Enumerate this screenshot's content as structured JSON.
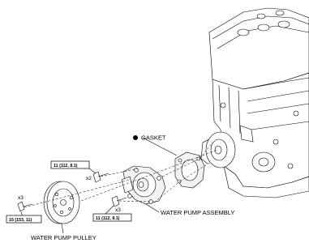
{
  "labels": {
    "gasket": "GASKET",
    "water_pump_assembly": "WATER PUMP ASSEMBLY",
    "water_pump_pulley": "WATER PUMP PULLEY"
  },
  "torque_specs": {
    "pump_upper": "11 (112, 8.1)",
    "pump_lower": "11 (112, 8.1)",
    "pulley": "15 (153, 11)"
  },
  "quantities": {
    "pump_upper": "x2",
    "pump_lower": "x3",
    "pulley": "x3"
  },
  "marks": {
    "gasket_symbol": "filled-circle-icon"
  },
  "colors": {
    "line": "#000000",
    "engine_fill": "#ffffff",
    "part_fill": "#f2f2f2"
  }
}
